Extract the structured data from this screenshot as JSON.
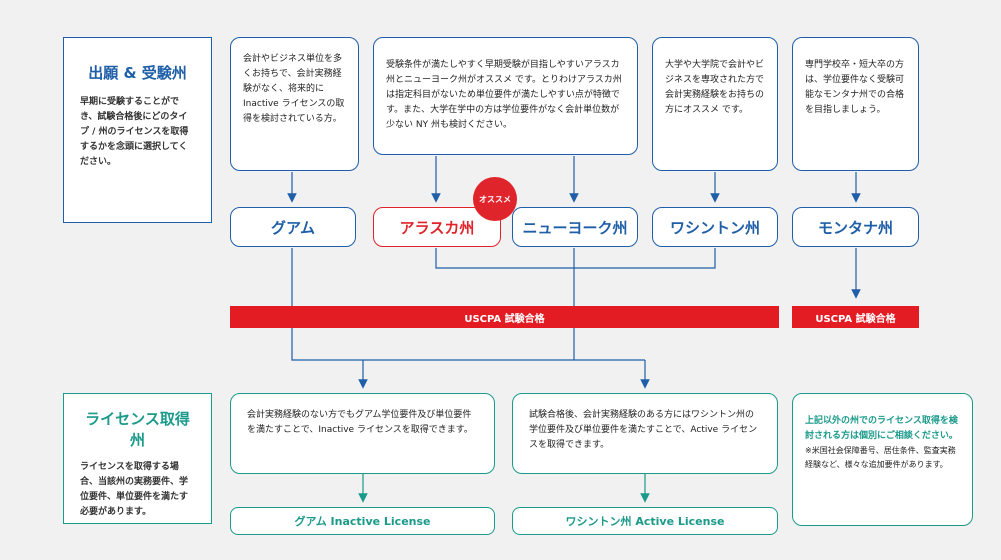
{
  "left_sections": {
    "application": {
      "title": "出願 & 受験州",
      "body": "早期に受験することができ、試験合格後にどのタイプ / 州のライセンスを取得するかを念頭に選択してください。"
    },
    "license": {
      "title": "ライセンス取得州",
      "body": "ライセンスを取得する場合、当該州の実務要件、学位要件、単位要件を満たす必要があります。"
    }
  },
  "descriptions": {
    "guam": "会計やビジネス単位を多くお持ちで、会計実務経験がなく、将来的に Inactive ライセンスの取得を検討されている方。",
    "alaska_ny": "受験条件が満たしやすく早期受験が目指しやすいアラスカ州とニューヨーク州がオススメ です。とりわけアラスカ州は指定科目がないため単位要件が満たしやすい点が特徴です。また、大学在学中の方は学位要件がなく会計単位数が少ない NY 州も検討ください。",
    "washington": "大学や大学院で会計やビジネスを専攻された方で会計実務経験をお持ちの方にオススメ です。",
    "montana": "専門学校卒・短大卒の方は、学位要件なく受験可能なモンタナ州での合格を目指しましょう。"
  },
  "states": {
    "guam": "グアム",
    "alaska": "アラスカ州",
    "ny": "ニューヨーク州",
    "washington": "ワシントン州",
    "montana": "モンタナ州"
  },
  "badge": "オススメ",
  "pass_bar": "USCPA 試験合格",
  "license_desc": {
    "guam": "会計実務経験のない方でもグアム学位要件及び単位要件を満たすことで、Inactive ライセンスを取得できます。",
    "washington": "試験合格後、会計実務経験のある方にはワシントン州の学位要件及び単位要件を満たすことで、Active ライセンスを取得できます。",
    "other_main": "上記以外の州でのライセンス取得を検討される方は個別にご相談ください。",
    "other_note": "※米国社会保障番号、居住条件、監査実務経験など、様々な追加要件があります。"
  },
  "licenses": {
    "guam": "グアム Inactive License",
    "washington": "ワシントン州 Active License"
  },
  "colors": {
    "blue": "#1f5fa8",
    "teal": "#1a9a8a",
    "red": "#e31c24",
    "background": "#f1f1f1"
  }
}
